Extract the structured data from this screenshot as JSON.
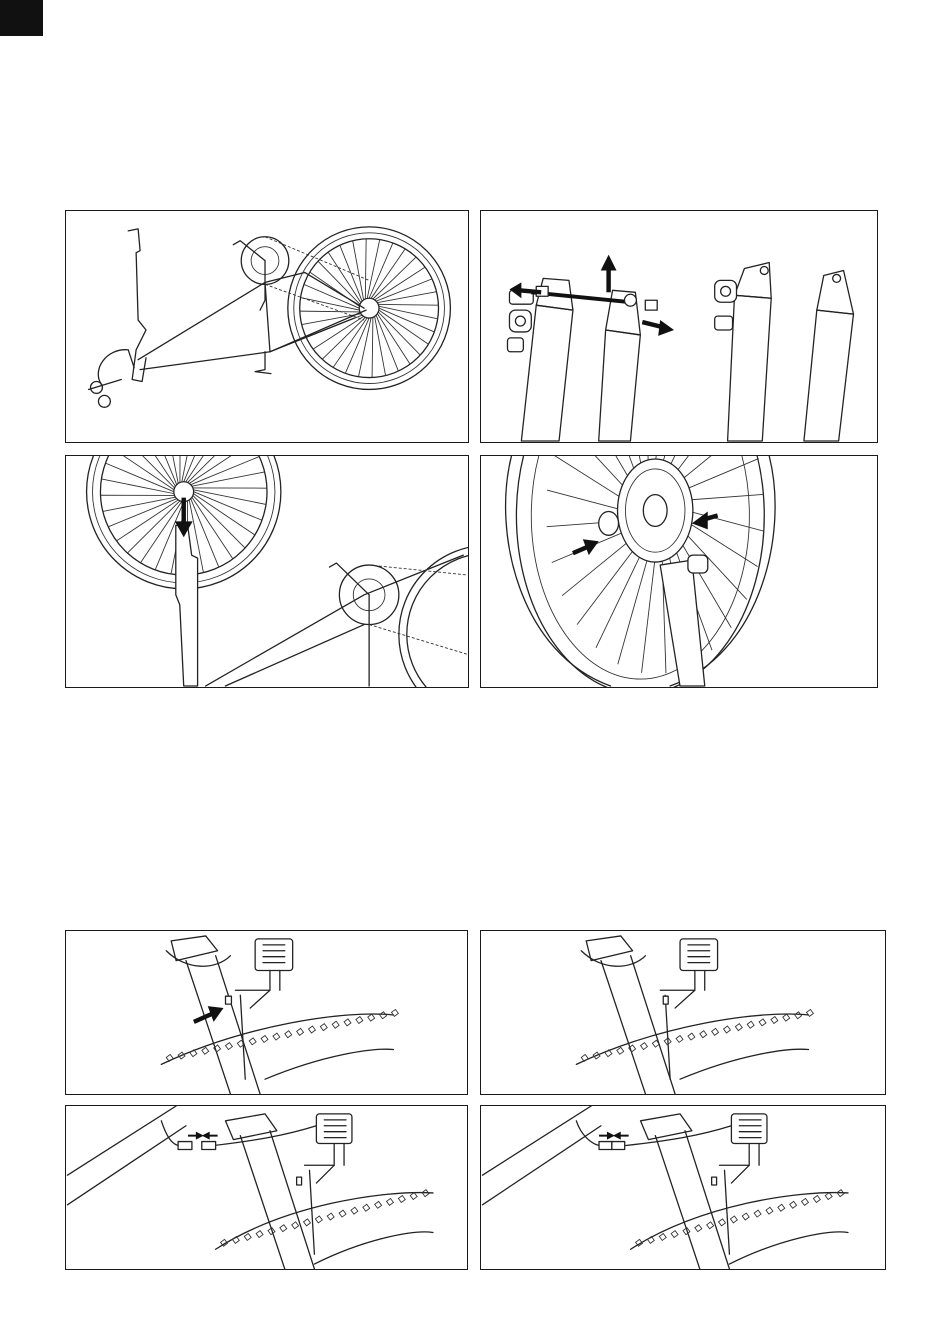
{
  "page": {
    "corner_tab_color": "#111111",
    "line_color": "#222222",
    "arrow_color": "#111111"
  },
  "figures": [
    {
      "id": "bike-upside-down-front-wheel-removed",
      "icons": [
        "bicycle-frame-icon",
        "rear-wheel-icon",
        "fork-icon"
      ]
    },
    {
      "id": "fork-axle-removal",
      "icons": [
        "fork-leg-icon",
        "brake-caliper-icon",
        "axle-icon",
        "arrow-icon"
      ]
    },
    {
      "id": "front-wheel-insert-into-fork",
      "icons": [
        "front-wheel-icon",
        "fork-icon",
        "arrow-icon"
      ]
    },
    {
      "id": "brake-disc-alignment",
      "icons": [
        "brake-disc-icon",
        "wheel-hub-icon",
        "arrow-icon"
      ]
    },
    {
      "id": "headlight-bolt-insert",
      "icons": [
        "headlight-icon",
        "bolt-icon",
        "arrow-icon"
      ]
    },
    {
      "id": "headlight-bolt-fitted",
      "icons": [
        "headlight-icon",
        "bolt-icon"
      ]
    },
    {
      "id": "headlight-cable-connect",
      "icons": [
        "headlight-icon",
        "cable-connector-icon",
        "arrow-icon"
      ]
    },
    {
      "id": "headlight-cable-connected",
      "icons": [
        "headlight-icon",
        "cable-connector-icon"
      ]
    }
  ]
}
